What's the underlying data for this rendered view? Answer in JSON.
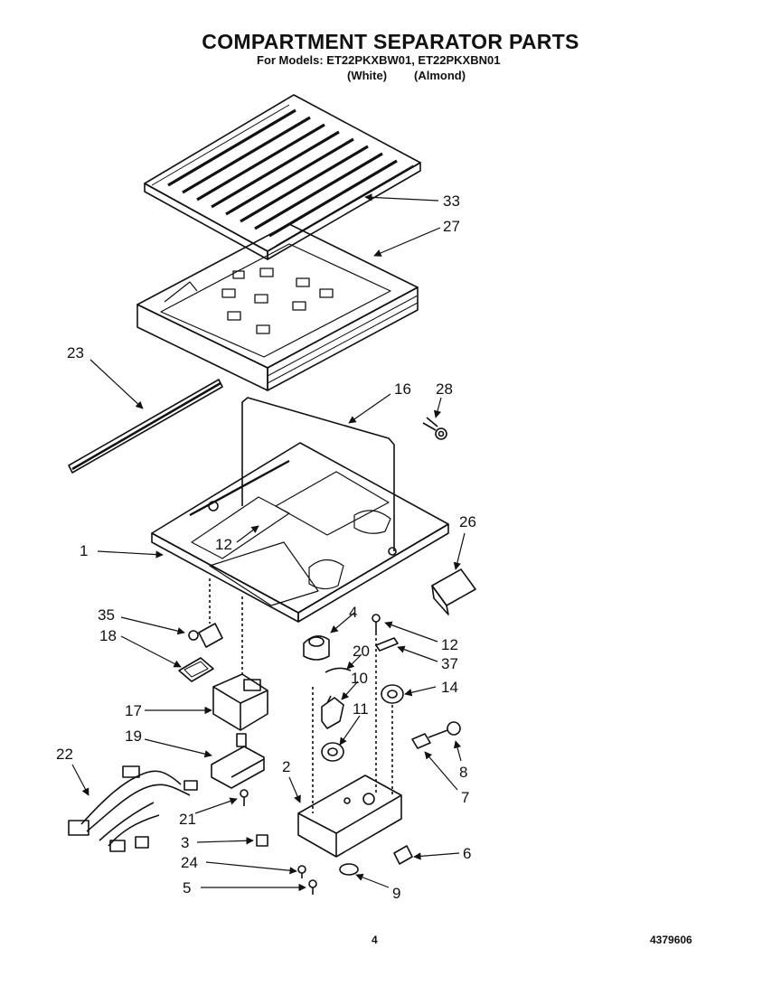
{
  "header": {
    "title": "COMPARTMENT SEPARATOR PARTS",
    "models_line": "For Models: ET22PKXBW01, ET22PKXBN01",
    "variant_white": "(White)",
    "variant_almond": "(Almond)"
  },
  "callouts": [
    "33",
    "27",
    "23",
    "16",
    "28",
    "26",
    "1",
    "12",
    "35",
    "4",
    "12",
    "18",
    "20",
    "37",
    "10",
    "14",
    "17",
    "11",
    "19",
    "8",
    "22",
    "2",
    "7",
    "21",
    "3",
    "6",
    "24",
    "5",
    "9"
  ],
  "footer": {
    "page_number": "4",
    "document_number": "4379606"
  }
}
